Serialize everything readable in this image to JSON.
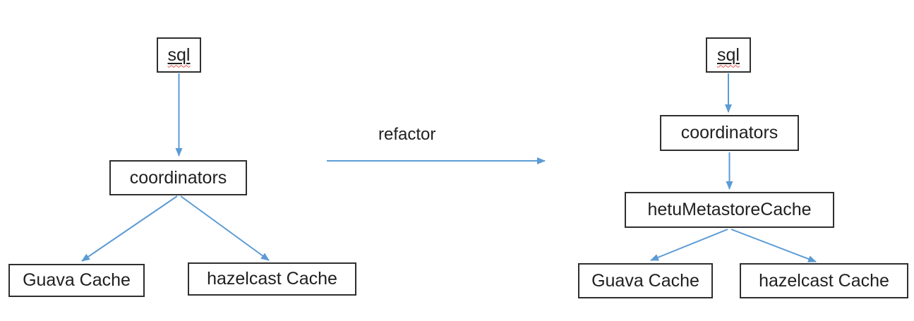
{
  "diagram": {
    "title_hint": "cache refactor diagram",
    "refactor_label": "refactor",
    "colors": {
      "arrow": "#5b9bd5",
      "box_border": "#2f2f2f",
      "text": "#1f1f1f",
      "spellcheck_underline": "#e0524d",
      "background": "#ffffff"
    },
    "left_tree": {
      "sql": "sql",
      "coordinators": "coordinators",
      "guava": "Guava Cache",
      "hazelcast": "hazelcast Cache"
    },
    "right_tree": {
      "sql": "sql",
      "coordinators": "coordinators",
      "metastore_cache": "hetuMetastoreCache",
      "guava": "Guava Cache",
      "hazelcast": "hazelcast Cache"
    }
  }
}
